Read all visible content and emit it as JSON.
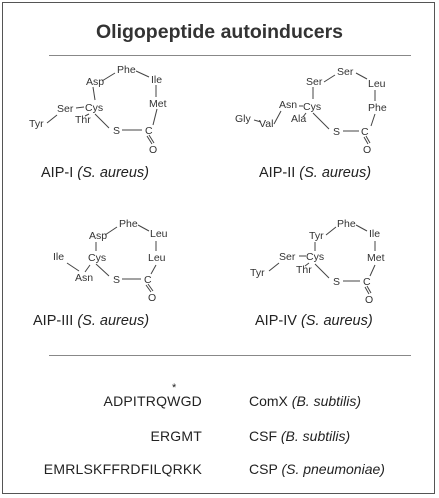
{
  "title": "Oligopeptide autoinducers",
  "molecules": [
    {
      "id": "aip1",
      "label_main": "AIP-I",
      "label_species": "(S. aureus)",
      "residues": [
        "Asp",
        "Phe",
        "Ile",
        "Met",
        "Ser",
        "Cys",
        "Thr",
        "Tyr",
        "S",
        "C",
        "O"
      ]
    },
    {
      "id": "aip2",
      "label_main": "AIP-II",
      "label_species": "(S. aureus)",
      "residues": [
        "Ser",
        "Ser",
        "Leu",
        "Phe",
        "Asn",
        "Cys",
        "Gly",
        "Val",
        "Ala",
        "S",
        "C",
        "O"
      ]
    },
    {
      "id": "aip3",
      "label_main": "AIP-III",
      "label_species": "(S. aureus)",
      "residues": [
        "Asp",
        "Phe",
        "Leu",
        "Cys",
        "Leu",
        "Ile",
        "Asn",
        "S",
        "C",
        "O"
      ]
    },
    {
      "id": "aip4",
      "label_main": "AIP-IV",
      "label_species": "(S. aureus)",
      "residues": [
        "Tyr",
        "Phe",
        "Ile",
        "Ser",
        "Cys",
        "Met",
        "Tyr",
        "Thr",
        "S",
        "C",
        "O"
      ]
    }
  ],
  "peptides": [
    {
      "sequence": "ADPITRQWGD",
      "modification_mark": "*",
      "name": "ComX",
      "species": "(B. subtilis)"
    },
    {
      "sequence": "ERGMT",
      "name": "CSF",
      "species": "(B. subtilis)"
    },
    {
      "sequence": "EMRLSKFFRDFILQRKK",
      "name": "CSP",
      "species": "(S. pneumoniae)"
    }
  ]
}
